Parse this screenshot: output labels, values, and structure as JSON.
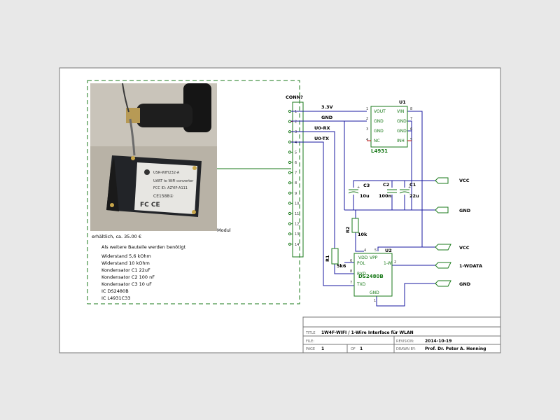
{
  "colors": {
    "background": "#e8e8e8",
    "sheet": "#ffffff",
    "wire": "#1a1aa0",
    "component": "#1a7a1a",
    "pin_end": "#c01010",
    "frame": "#777777"
  },
  "note_block": {
    "line1": "erhältlich, ca. 35.00 €",
    "line1_suffix": "Modul",
    "header": "Als weitere Bauteile werden benötigt",
    "items": [
      "Widerstand 5,6 kOhm",
      "Widerstand 10 kOhm",
      "Kondensator C1 22uF",
      "Kondensator C2 100 nF",
      "Kondensator C3 10 uF",
      "IC DS2480B",
      "IC L4931C33"
    ]
  },
  "photo": {
    "module_label_line1": "USR-WIFI232-A",
    "module_label_line2": "UART to WiFi converter",
    "module_label_line3": "FCC ID: AZYIP-A111",
    "module_mark": "CE1588①"
  },
  "connector": {
    "ref": "CONN?",
    "pins": [
      "1",
      "2",
      "3",
      "4",
      "5",
      "6",
      "7",
      "8",
      "9",
      "10",
      "11",
      "12",
      "13",
      "14"
    ]
  },
  "nets": {
    "v33": "3.3V",
    "gnd": "GND",
    "rx": "U0-RX",
    "tx": "U0-TX"
  },
  "u1": {
    "ref": "U1",
    "value": "L4931",
    "left_pins": [
      {
        "num": "1",
        "name": "VOUT"
      },
      {
        "num": "2",
        "name": "GND"
      },
      {
        "num": "3",
        "name": "GND"
      },
      {
        "num": "4",
        "name": "NC"
      }
    ],
    "right_pins": [
      {
        "num": "8",
        "name": "VIN"
      },
      {
        "num": "7",
        "name": "GND"
      },
      {
        "num": "6",
        "name": "GND"
      },
      {
        "num": "5",
        "name": "INH"
      }
    ]
  },
  "caps": {
    "c1": {
      "ref": "C1",
      "value": "22u"
    },
    "c2": {
      "ref": "C2",
      "value": "100n"
    },
    "c3": {
      "ref": "C3",
      "value": "10u"
    }
  },
  "resistors": {
    "r1": {
      "ref": "R1",
      "value": "5k6"
    },
    "r2": {
      "ref": "R2",
      "value": "10k"
    }
  },
  "u2": {
    "ref": "U2",
    "value": "DS2480B",
    "pin_vdd": "VDD",
    "pin_vpp": "VPP",
    "pin_pol": "POL",
    "pin_rxd": "RXD",
    "pin_txd": "TXD",
    "pin_1w": "1-W",
    "pin_gnd": "GND",
    "num_vdd": "4",
    "num_vpp": "5",
    "num_pol": "6",
    "num_rxd": "8",
    "num_txd": "7",
    "num_1w": "2",
    "num_gnd": "1"
  },
  "ports": {
    "vcc1": "VCC",
    "gnd1": "GND",
    "vcc2": "VCC",
    "wdata": "1-WDATA",
    "gnd2": "GND"
  },
  "title_block": {
    "title_label": "TITLE",
    "title": "1W4F-WIFI / 1-Wire Interface für WLAN",
    "file_label": "FILE:",
    "revision_label": "REVISION:",
    "revision": "2014-10-19",
    "page_label": "PAGE",
    "page": "1",
    "of_label": "OF",
    "of": "1",
    "drawn_label": "DRAWN BY:",
    "drawn_by": "Prof. Dr. Peter A. Henning"
  }
}
